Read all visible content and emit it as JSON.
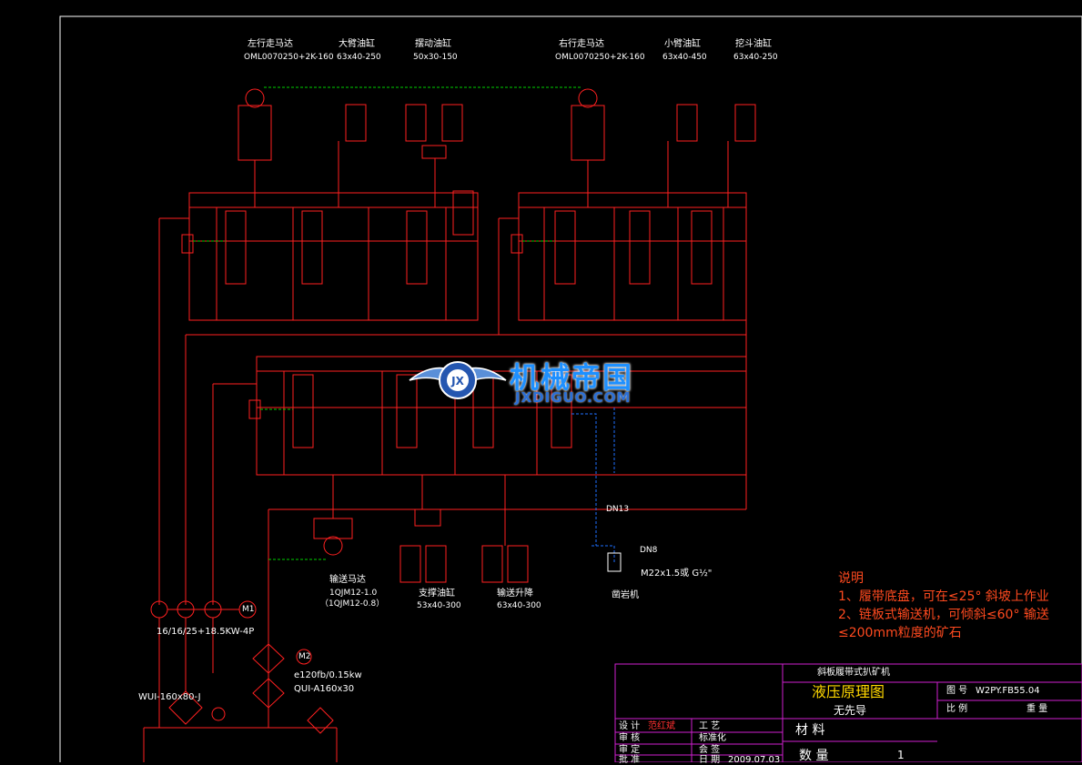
{
  "labels": {
    "left_motor_title": "左行走马达",
    "left_motor_spec": "OML0070250+2K-160",
    "boom_cyl_title": "大臂油缸",
    "boom_cyl_spec": "63x40-250",
    "swing_cyl_title": "摆动油缸",
    "swing_cyl_spec": "50x30-150",
    "right_motor_title": "右行走马达",
    "right_motor_spec": "OML0070250+2K-160",
    "arm_cyl_title": "小臂油缸",
    "arm_cyl_spec": "63x40-450",
    "bucket_cyl_title": "挖斗油缸",
    "bucket_cyl_spec": "63x40-250",
    "conveyor_motor_title": "输送马达",
    "conveyor_motor_spec1": "1QJM12-1.0",
    "conveyor_motor_spec2": "（1QJM12-0.8）",
    "support_cyl_title": "支撑油缸",
    "support_cyl_spec": "53x40-300",
    "lift_cyl_title": "输送升降",
    "lift_cyl_spec": "63x40-300",
    "dn13": "DN13",
    "dn8": "DN8",
    "thread": "M22x1.5或 G½\"",
    "drill": "凿岩机",
    "pump": "16/16/25+18.5KW-4P",
    "motor_m1": "M1",
    "motor_m2": "M2",
    "fan": "e120fb/0.15kw",
    "qui": "QUI-A160x30",
    "wui": "WUI-160x80-J"
  },
  "notes": {
    "title": "说明",
    "line1": "1、履带底盘，可在≤25° 斜坡上作业",
    "line2": "2、链板式输送机，可倾斜≤60° 输送",
    "line3": "≤200mm粒度的矿石"
  },
  "watermark": {
    "main": "机械帝国",
    "sub": "JXDIGUO.COM",
    "badge": "JX"
  },
  "title_block": {
    "product": "斜板履带式扒矿机",
    "drawing_name": "液压原理图",
    "variant": "无先导",
    "fig_no_label": "图 号",
    "fig_no": "W2PY.FB55.04",
    "scale_label": "比 例",
    "weight_label": "重 量",
    "design_label": "设 计",
    "design_name": "范红斌",
    "process_label": "工 艺",
    "check_label": "审 核",
    "standard_label": "标准化",
    "approve_label": "审 定",
    "countersign_label": "会 签",
    "ratify_label": "批 准",
    "date_label": "日 期",
    "date": "2009.07.03",
    "material_label": "材 料",
    "qty_label": "数 量",
    "qty": "1"
  },
  "colors": {
    "line": "#ff2020",
    "pilot": "#00d000",
    "drain": "#1e6fff",
    "frame": "#ffffff",
    "title_block": "#d020d0",
    "notes": "#ff4a1f"
  }
}
